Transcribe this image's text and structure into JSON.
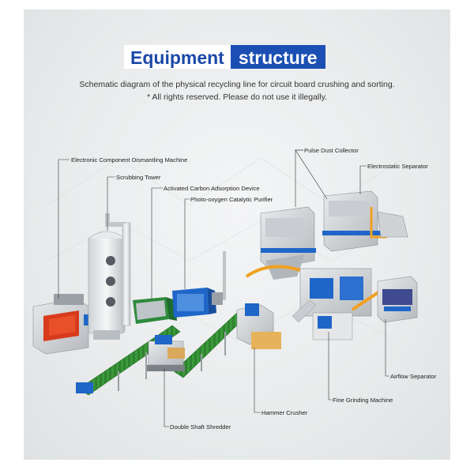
{
  "header": {
    "title_part1": "Equipment",
    "title_part2": "structure",
    "subtitle": "Schematic diagram of the physical recycling line for circuit board crushing and sorting.",
    "notice": "* All rights reserved. Please do not use it illegally."
  },
  "labels": {
    "dismantling": "Electronic Component Dismantling Machine",
    "scrubbing": "Scrubbing Tower",
    "carbon": "Activated Carbon Adsorption Device",
    "photo_oxygen": "Photo-oxygen Catalytic Purifier",
    "dust_collector": "Pulse Dust Collector",
    "electrostatic": "Electrostatic Separator",
    "airflow": "Airflow Separator",
    "fine_grinding": "Fine Grinding Machine",
    "hammer": "Hammer Crusher",
    "shredder": "Double Shaft Shredder"
  },
  "colors": {
    "brand_blue": "#1c4fb3",
    "machine_blue": "#1f66c8",
    "conveyor_green": "#3a9a3a",
    "hopper_red": "#d83a1c",
    "pipe_orange": "#f0a020"
  }
}
